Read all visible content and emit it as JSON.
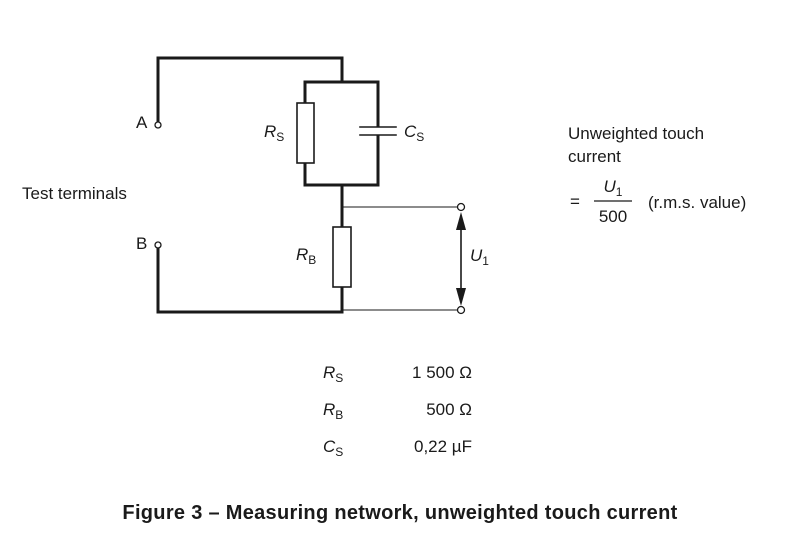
{
  "terminals": {
    "a": "A",
    "b": "B",
    "group_label": "Test terminals"
  },
  "components": {
    "rs": {
      "symbol": "R",
      "sub": "S"
    },
    "cs": {
      "symbol": "C",
      "sub": "S"
    },
    "rb": {
      "symbol": "R",
      "sub": "B"
    },
    "u1": {
      "symbol": "U",
      "sub": "1"
    }
  },
  "formula": {
    "line1": "Unweighted touch",
    "line2": "current",
    "equals": "=",
    "numerator_symbol": "U",
    "numerator_sub": "1",
    "denominator": "500",
    "note": "(r.m.s. value)"
  },
  "values_table": [
    {
      "symbol": "R",
      "sub": "S",
      "value": "1 500 Ω"
    },
    {
      "symbol": "R",
      "sub": "B",
      "value": "500 Ω"
    },
    {
      "symbol": "C",
      "sub": "S",
      "value": "0,22 µF"
    }
  ],
  "caption": "Figure 3 – Measuring network, unweighted touch current"
}
